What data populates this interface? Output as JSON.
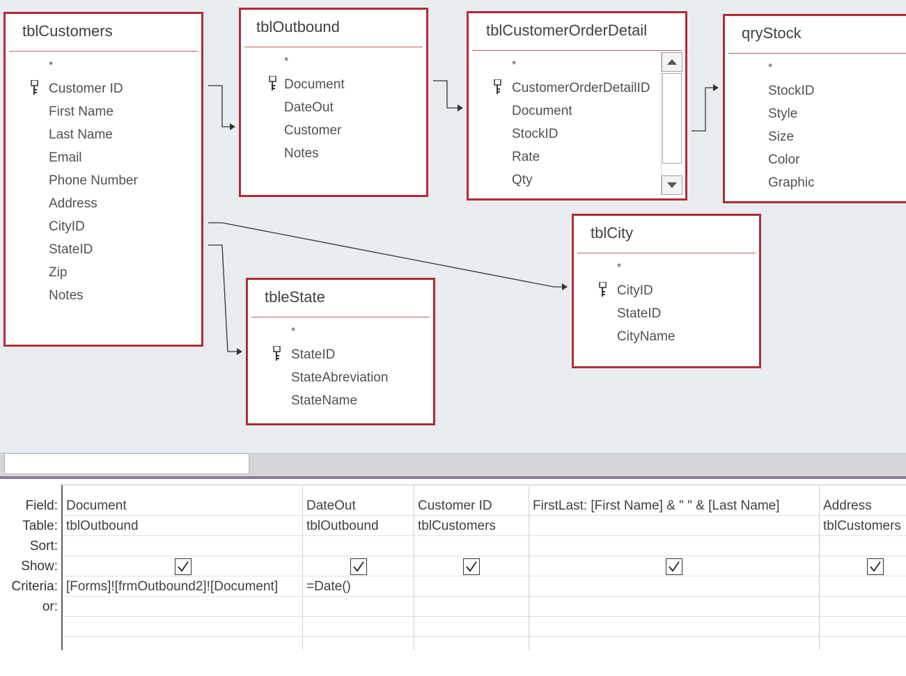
{
  "design": {
    "tables": [
      {
        "name": "tblCustomers",
        "fields": [
          {
            "label": "*",
            "key": false
          },
          {
            "label": "Customer ID",
            "key": true
          },
          {
            "label": "First Name",
            "key": false
          },
          {
            "label": "Last Name",
            "key": false
          },
          {
            "label": "Email",
            "key": false
          },
          {
            "label": "Phone Number",
            "key": false
          },
          {
            "label": "Address",
            "key": false
          },
          {
            "label": "CityID",
            "key": false
          },
          {
            "label": "StateID",
            "key": false
          },
          {
            "label": "Zip",
            "key": false
          },
          {
            "label": "Notes",
            "key": false
          }
        ]
      },
      {
        "name": "tblOutbound",
        "fields": [
          {
            "label": "*",
            "key": false
          },
          {
            "label": "Document",
            "key": true
          },
          {
            "label": "DateOut",
            "key": false
          },
          {
            "label": "Customer",
            "key": false
          },
          {
            "label": "Notes",
            "key": false
          }
        ]
      },
      {
        "name": "tblCustomerOrderDetail",
        "fields": [
          {
            "label": "*",
            "key": false
          },
          {
            "label": "CustomerOrderDetailID",
            "key": true
          },
          {
            "label": "Document",
            "key": false
          },
          {
            "label": "StockID",
            "key": false
          },
          {
            "label": "Rate",
            "key": false
          },
          {
            "label": "Qty",
            "key": false
          }
        ]
      },
      {
        "name": "qryStock",
        "fields": [
          {
            "label": "*",
            "key": false
          },
          {
            "label": "StockID",
            "key": false
          },
          {
            "label": "Style",
            "key": false
          },
          {
            "label": "Size",
            "key": false
          },
          {
            "label": "Color",
            "key": false
          },
          {
            "label": "Graphic",
            "key": false
          }
        ]
      },
      {
        "name": "tblCity",
        "fields": [
          {
            "label": "*",
            "key": false
          },
          {
            "label": "CityID",
            "key": true
          },
          {
            "label": "StateID",
            "key": false
          },
          {
            "label": "CityName",
            "key": false
          }
        ]
      },
      {
        "name": "tbleState",
        "fields": [
          {
            "label": "*",
            "key": false
          },
          {
            "label": "StateID",
            "key": true
          },
          {
            "label": "StateAbreviation",
            "key": false
          },
          {
            "label": "StateName",
            "key": false
          }
        ]
      }
    ]
  },
  "grid": {
    "row_labels": [
      "Field:",
      "Table:",
      "Sort:",
      "Show:",
      "Criteria:",
      "or:"
    ],
    "columns": [
      {
        "field": "Document",
        "table": "tblOutbound",
        "sort": "",
        "show": true,
        "criteria": "[Forms]![frmOutbound2]![Document]",
        "or": ""
      },
      {
        "field": "DateOut",
        "table": "tblOutbound",
        "sort": "",
        "show": true,
        "criteria": "=Date()",
        "or": ""
      },
      {
        "field": "Customer ID",
        "table": "tblCustomers",
        "sort": "",
        "show": true,
        "criteria": "",
        "or": ""
      },
      {
        "field": "FirstLast: [First Name] & \" \" & [Last Name]",
        "table": "",
        "sort": "",
        "show": true,
        "criteria": "",
        "or": ""
      },
      {
        "field": "Address",
        "table": "tblCustomers",
        "sort": "",
        "show": true,
        "criteria": "",
        "or": ""
      }
    ]
  },
  "colors": {
    "table_border": "#b12c36",
    "design_background": "#e9ecf0"
  }
}
